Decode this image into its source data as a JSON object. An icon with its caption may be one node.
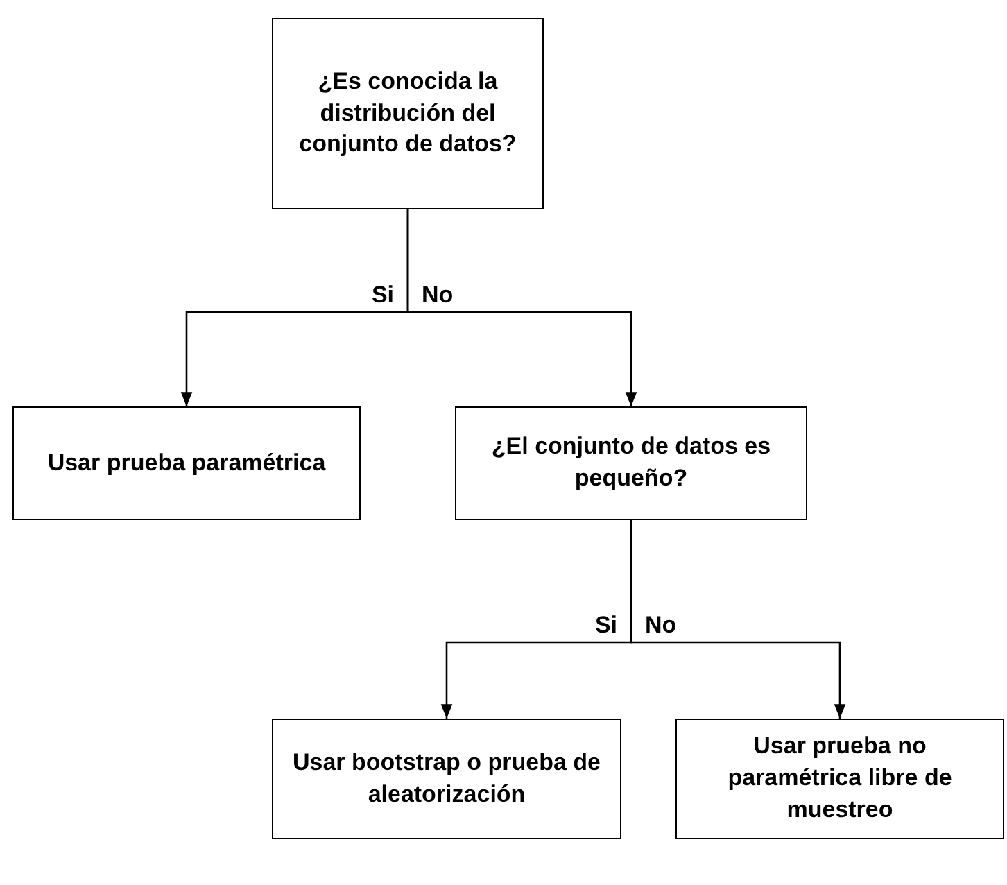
{
  "diagram": {
    "nodes": [
      {
        "text": [
          "¿Es conocida la distribución del conjunto de datos?"
        ]
      },
      {
        "text": [
          "Usar prueba paramétrica"
        ]
      },
      {
        "text": [
          "¿El conjunto de datos es pequeño?"
        ]
      },
      {
        "text": [
          "Usar bootstrap o prueba de aleatorización"
        ]
      },
      {
        "text": [
          "Usar prueba no paramétrica libre de muestreo"
        ]
      }
    ],
    "edges": [
      {
        "from": 0,
        "to": 1,
        "arrow": "to",
        "label": "Si"
      },
      {
        "from": 0,
        "to": 2,
        "arrow": "to",
        "label": "No"
      },
      {
        "from": 2,
        "to": 3,
        "arrow": "to",
        "label": "Si"
      },
      {
        "from": 2,
        "to": 4,
        "arrow": "to",
        "label": "No"
      }
    ]
  }
}
